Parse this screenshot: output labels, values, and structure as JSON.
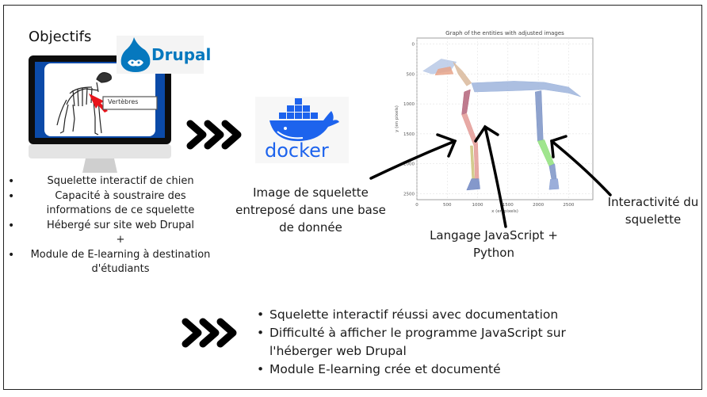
{
  "slide": {
    "title": "Objectifs",
    "objectives": [
      "Squelette interactif de chien",
      "Capacité à soustraire des informations de ce squelette",
      "Hébergé sur site web Drupal",
      "Module de E-learning à destination d'étudiants"
    ],
    "objectives_joiner": "+",
    "monitor_label": "Vertèbres",
    "logos": {
      "drupal": "Drupal",
      "docker": "docker"
    },
    "captions": {
      "database": "Image de squelette entreposé dans une base de donnée",
      "languages": "Langage JavaScript + Python",
      "interactivity": "Interactivité du squelette"
    },
    "results": [
      "Squelette interactif réussi avec documentation",
      "Difficulté à afficher le programme JavaScript sur l'héberger web Drupal",
      "Module E-learning crée et documenté"
    ],
    "colors": {
      "drupal_blue": "#0678be",
      "docker_blue": "#1d63ed",
      "monitor_blue": "#0b4aa8",
      "arrow_red": "#e8141b"
    }
  },
  "chart_data": {
    "type": "scatter",
    "title": "Graph of the entities with adjusted images",
    "xlabel": "x (en pixels)",
    "ylabel": "y (en pixels)",
    "x_ticks": [
      "0",
      "500",
      "1000",
      "1500",
      "2000",
      "2500"
    ],
    "y_ticks": [
      "0",
      "500",
      "1000",
      "1500",
      "2000",
      "2500"
    ],
    "xlim": [
      0,
      2900
    ],
    "ylim": [
      2600,
      -100
    ],
    "grid": true,
    "description": "Dog skeleton bone images placed on the coordinate grid"
  }
}
